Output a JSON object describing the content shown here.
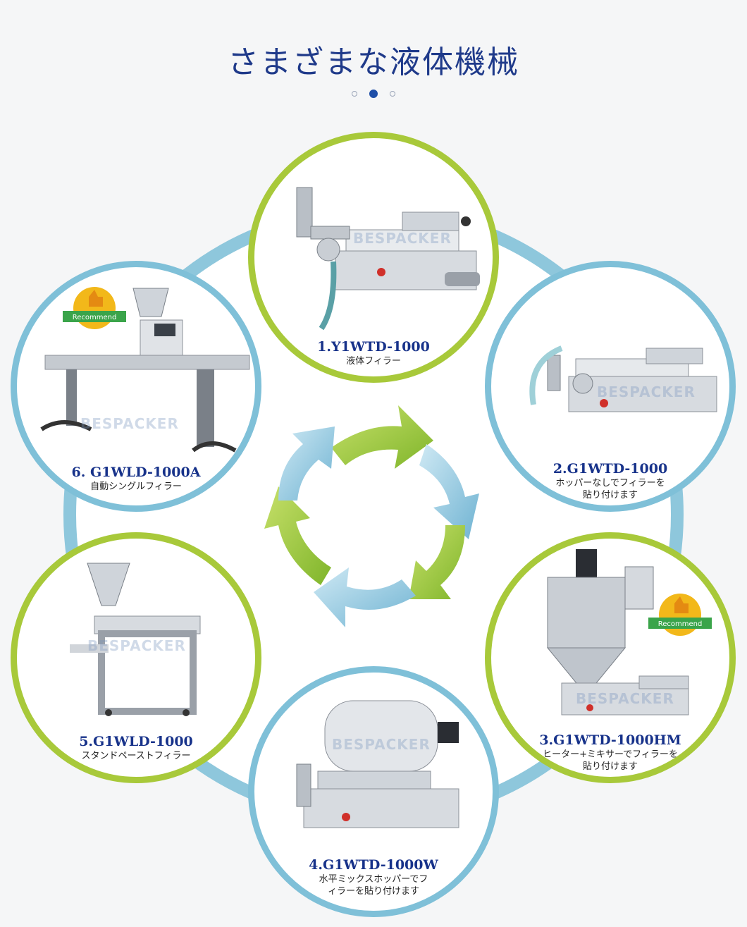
{
  "page": {
    "title": "さまざまな液体機械",
    "carousel": {
      "count": 3,
      "active_index": 1
    }
  },
  "colors": {
    "title": "#1f3a8a",
    "ring": "#8ec7dc",
    "green": "#a8c93a",
    "blue": "#7fc0d8",
    "caption_model": "#17328a"
  },
  "watermark": "BESPACKER",
  "badge_label": "Recommend",
  "machines": [
    {
      "model": "1.Y1WTD-1000",
      "desc": [
        "液体フィラー"
      ]
    },
    {
      "model": "2.G1WTD-1000",
      "desc": [
        "ホッパーなしでフィラーを",
        "貼り付けます"
      ]
    },
    {
      "model": "3.G1WTD-1000HM",
      "desc": [
        "ヒーター+ミキサーでフィラーを",
        "貼り付けます"
      ]
    },
    {
      "model": "4.G1WTD-1000W",
      "desc": [
        "水平ミックスホッパーでフ",
        "ィラーを貼り付けます"
      ]
    },
    {
      "model": "5.G1WLD-1000",
      "desc": [
        "スタンドペーストフィラー"
      ]
    },
    {
      "model": "6. G1WLD-1000A",
      "desc": [
        "自動シングルフィラー"
      ]
    }
  ]
}
